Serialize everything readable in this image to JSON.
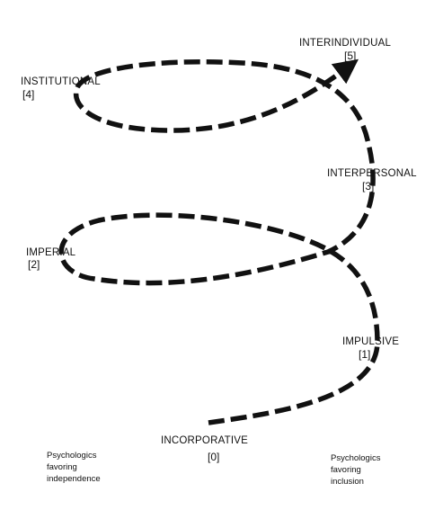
{
  "stages": [
    {
      "id": "incorporative",
      "name": "INCORPORATIVE",
      "number": "[0]"
    },
    {
      "id": "impulsive",
      "name": "IMPULSIVE",
      "number": "[1]"
    },
    {
      "id": "imperial",
      "name": "IMPERIAL",
      "number": "[2]"
    },
    {
      "id": "interpersonal",
      "name": "INTERPERSONAL",
      "number": "[3]"
    },
    {
      "id": "institutional",
      "name": "INSTITUTIONAL",
      "number": "[4]"
    },
    {
      "id": "interindividual",
      "name": "INTERINDIVIDUAL",
      "number": "[5]"
    }
  ],
  "notes": {
    "independence": [
      "Psychologics",
      "favoring",
      "independence"
    ],
    "inclusion": [
      "Psychologics",
      "favoring",
      "inclusion"
    ]
  },
  "colors": {
    "stroke": "#111111",
    "text": "#111111",
    "background": "#ffffff"
  }
}
